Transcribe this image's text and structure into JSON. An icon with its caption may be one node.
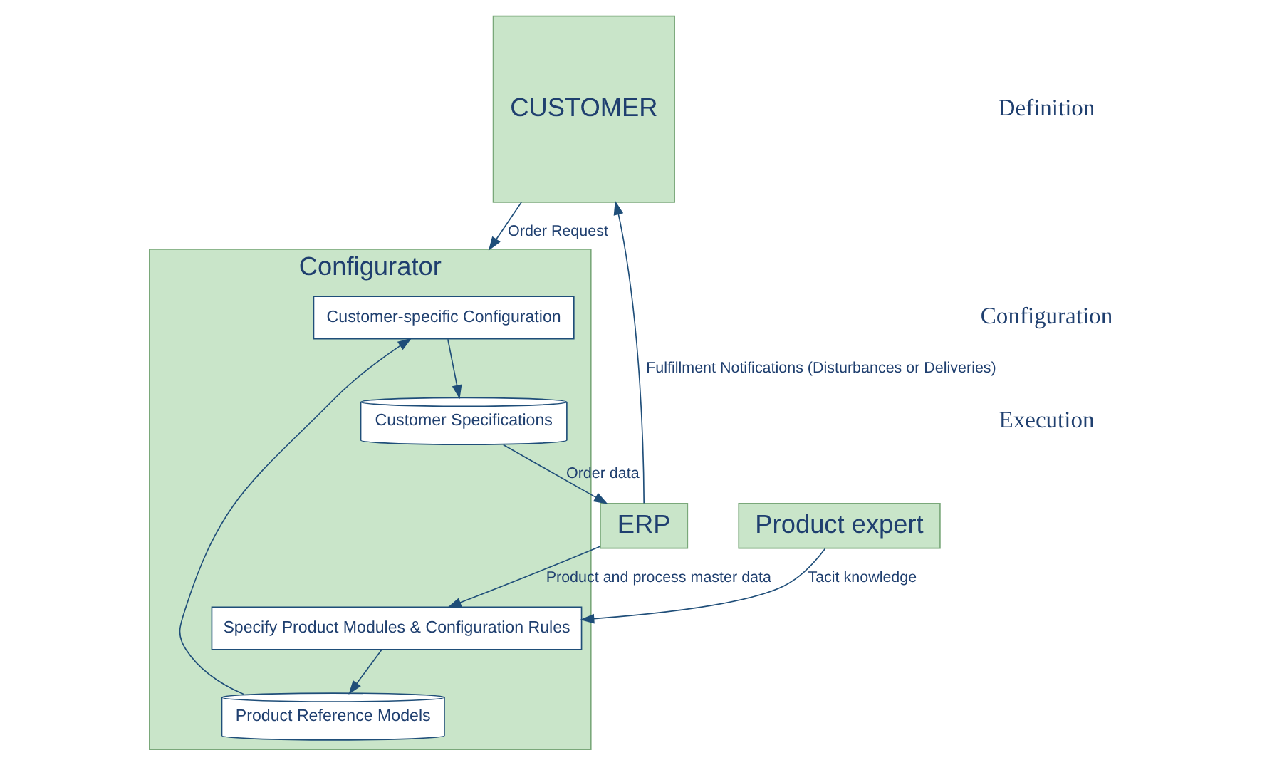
{
  "diagram": {
    "nodes": [
      {
        "text": [
          "CUSTOMER"
        ]
      },
      {
        "text": [
          "Configurator"
        ]
      },
      {
        "text": [
          "Specify Product Modules & Configuration Rules"
        ],
        "in": 1
      },
      {
        "text": [
          "Product Reference Models"
        ],
        "in": 1
      },
      {
        "text": [
          "Customer-specific Configuration"
        ],
        "in": 1
      },
      {
        "text": [
          "Customer Specifications"
        ],
        "in": 1
      },
      {
        "text": [
          "Product expert"
        ]
      },
      {
        "text": [
          "ERP"
        ]
      }
    ],
    "edges": [
      {
        "from": 6,
        "to": 2,
        "arrow": "to",
        "label": "Tacit knowledge"
      },
      {
        "from": 7,
        "to": 2,
        "arrow": "to",
        "label": "Product and process master data"
      },
      {
        "from": 2,
        "to": 3,
        "arrow": "to"
      },
      {
        "from": 3,
        "to": 4,
        "arrow": "to"
      },
      {
        "from": 4,
        "to": 5,
        "arrow": "to"
      },
      {
        "from": 0,
        "to": 1,
        "arrow": "to",
        "label": "Order Request"
      },
      {
        "from": 5,
        "to": 7,
        "arrow": "to",
        "label": "Order data"
      },
      {
        "from": 7,
        "to": 0,
        "arrow": "to",
        "label": "Fulfillment Notifications (Disturbances or Deliveries)"
      }
    ],
    "labels": [
      "Definition",
      "Configuration",
      "Execution"
    ]
  }
}
